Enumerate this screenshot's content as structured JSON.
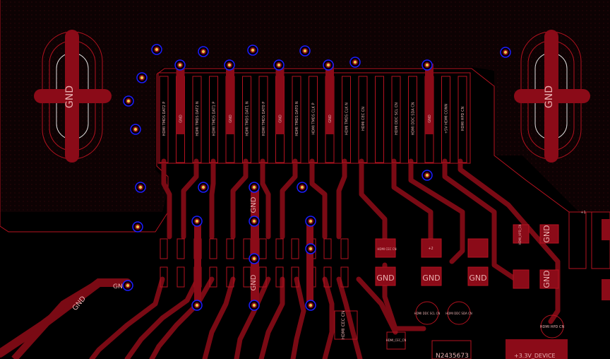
{
  "colors": {
    "background": "#000000",
    "copper_pour": "#1a0507",
    "trace": "#7a0a14",
    "pad": "#8b0b18",
    "outline": "#b3121f",
    "via_ring": "#1c1cff",
    "via_drill": "#e6c84a",
    "text": "#e8b6b6"
  },
  "mounting_pads": {
    "left": "GND",
    "right": "GND"
  },
  "hdmi_pins": [
    "HDMI TMDS DAT2 P",
    "GND",
    "HDMI TMDS DAT2 N",
    "HDMI TMDS DAT1 P",
    "GND",
    "HDMI TMDS DAT1 N",
    "HDMI TMDS DAT0 P",
    "GND",
    "HDMI TMDS DAT0 N",
    "HDMI TMDS CLK P",
    "GND",
    "HDMI TMDS CLK N",
    "HDMI CEC CN",
    "",
    "HDMI DDC SCL CN",
    "HDMI DDC SDA CN",
    "GND",
    "+5V HDMI CONN",
    "HDMI HPD CN"
  ],
  "esd_pads": {
    "upper": "GND",
    "lower": "GND"
  },
  "small_pad_labels": {
    "hdmi_hpd_cn": "HDMI_HPD_CN",
    "hdmi_cec_cn": "HDMI_CEC_CN",
    "pin_plus2": "+2",
    "pin_plus1": "+1"
  },
  "ddc_pad_gnds": [
    "GND",
    "GND",
    "GND"
  ],
  "right_gnds": [
    "GND",
    "GND"
  ],
  "net_labels": {
    "gnd_trace_left": "GND",
    "gnd_diag": "GND",
    "scl_ddc": "HDMI DDC SCL CN",
    "sda_ddc": "HDMI DDC SDA CN",
    "hpd_res": "HDMI HPD CN",
    "cec_vertical": "HDMI CEC CN",
    "cec_small": "HDMI CEC CN"
  },
  "designator": "N2435673",
  "power_net": "+3.3V_DEVICE"
}
